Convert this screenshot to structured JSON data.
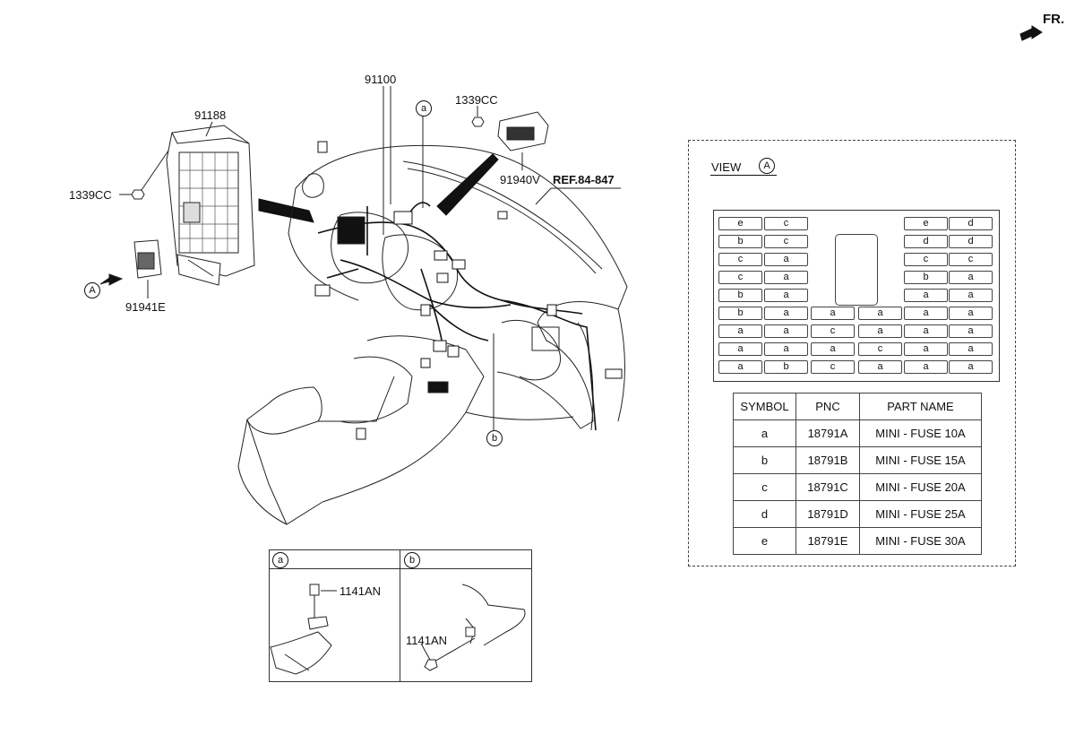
{
  "orientation": {
    "label": "FR."
  },
  "callouts": {
    "junction_box": "91188",
    "nut_left": "1339CC",
    "module": "91941E",
    "view_marker": "A",
    "main_harness": "91100",
    "detail_a_marker": "a",
    "detail_b_marker": "b",
    "nut_top": "1339CC",
    "switch": "91940V",
    "reference": "REF.84-847"
  },
  "detail_boxes": [
    {
      "marker": "a",
      "part": "1141AN"
    },
    {
      "marker": "b",
      "part": "1141AN"
    }
  ],
  "view_a": {
    "title": "VIEW",
    "marker": "A",
    "fuse_rows": [
      [
        "e",
        "c",
        "",
        "",
        "e",
        "d"
      ],
      [
        "b",
        "c",
        "",
        "",
        "d",
        "d"
      ],
      [
        "c",
        "a",
        "",
        "",
        "c",
        "c"
      ],
      [
        "c",
        "a",
        "",
        "",
        "b",
        "a"
      ],
      [
        "b",
        "a",
        "",
        "",
        "a",
        "a"
      ],
      [
        "b",
        "a",
        "a",
        "a",
        "a",
        "a"
      ],
      [
        "a",
        "a",
        "c",
        "a",
        "a",
        "a"
      ],
      [
        "a",
        "a",
        "a",
        "c",
        "a",
        "a"
      ],
      [
        "a",
        "b",
        "c",
        "a",
        "a",
        "a"
      ]
    ],
    "legend": {
      "headers": [
        "SYMBOL",
        "PNC",
        "PART NAME"
      ],
      "rows": [
        [
          "a",
          "18791A",
          "MINI - FUSE 10A"
        ],
        [
          "b",
          "18791B",
          "MINI - FUSE 15A"
        ],
        [
          "c",
          "18791C",
          "MINI - FUSE 20A"
        ],
        [
          "d",
          "18791D",
          "MINI - FUSE 25A"
        ],
        [
          "e",
          "18791E",
          "MINI - FUSE 30A"
        ]
      ]
    }
  }
}
